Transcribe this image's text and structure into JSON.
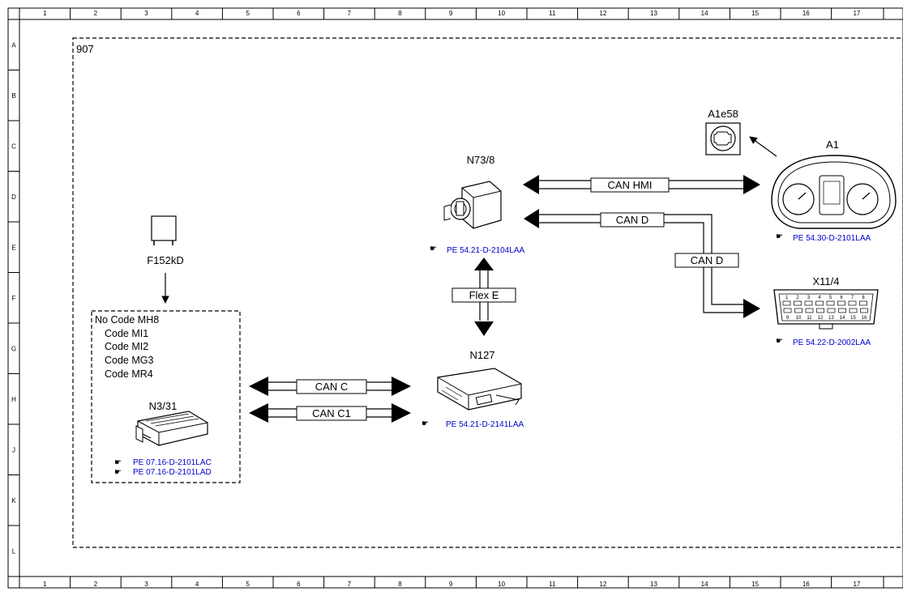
{
  "grid": {
    "columns": [
      "1",
      "2",
      "3",
      "4",
      "5",
      "6",
      "7",
      "8",
      "9",
      "10",
      "11",
      "12",
      "13",
      "14",
      "15",
      "16",
      "17"
    ],
    "rows": [
      "A",
      "B",
      "C",
      "D",
      "E",
      "F",
      "G",
      "H",
      "J",
      "K",
      "L"
    ]
  },
  "diagram_label": "907",
  "fuse": {
    "label": "F152kD"
  },
  "code_box": {
    "lines": [
      "No Code MH8",
      "Code MI1",
      "Code MI2",
      "Code MG3",
      "Code MR4"
    ]
  },
  "components": {
    "n3_31": {
      "label": "N3/31",
      "refs": [
        "PE 07.16-D-2101LAC",
        "PE 07.16-D-2101LAD"
      ]
    },
    "n73_8": {
      "label": "N73/8",
      "ref": "PE 54.21-D-2104LAA"
    },
    "n127": {
      "label": "N127",
      "ref": "PE 54.21-D-2141LAA"
    },
    "a1e58": {
      "label": "A1e58"
    },
    "a1": {
      "label": "A1",
      "ref": "PE 54.30-D-2101LAA"
    },
    "x11_4": {
      "label": "X11/4",
      "ref": "PE 54.22-D-2002LAA",
      "pins_top": [
        "1",
        "2",
        "3",
        "4",
        "5",
        "6",
        "7",
        "8"
      ],
      "pins_bottom": [
        "9",
        "10",
        "11",
        "12",
        "13",
        "14",
        "15",
        "16"
      ]
    }
  },
  "buses": {
    "can_hmi": "CAN HMI",
    "can_d_1": "CAN D",
    "can_d_2": "CAN D",
    "flex_e": "Flex E",
    "can_c": "CAN C",
    "can_c1": "CAN C1"
  },
  "colors": {
    "line": "#000000",
    "reference": "#0000cc",
    "background": "#ffffff"
  }
}
